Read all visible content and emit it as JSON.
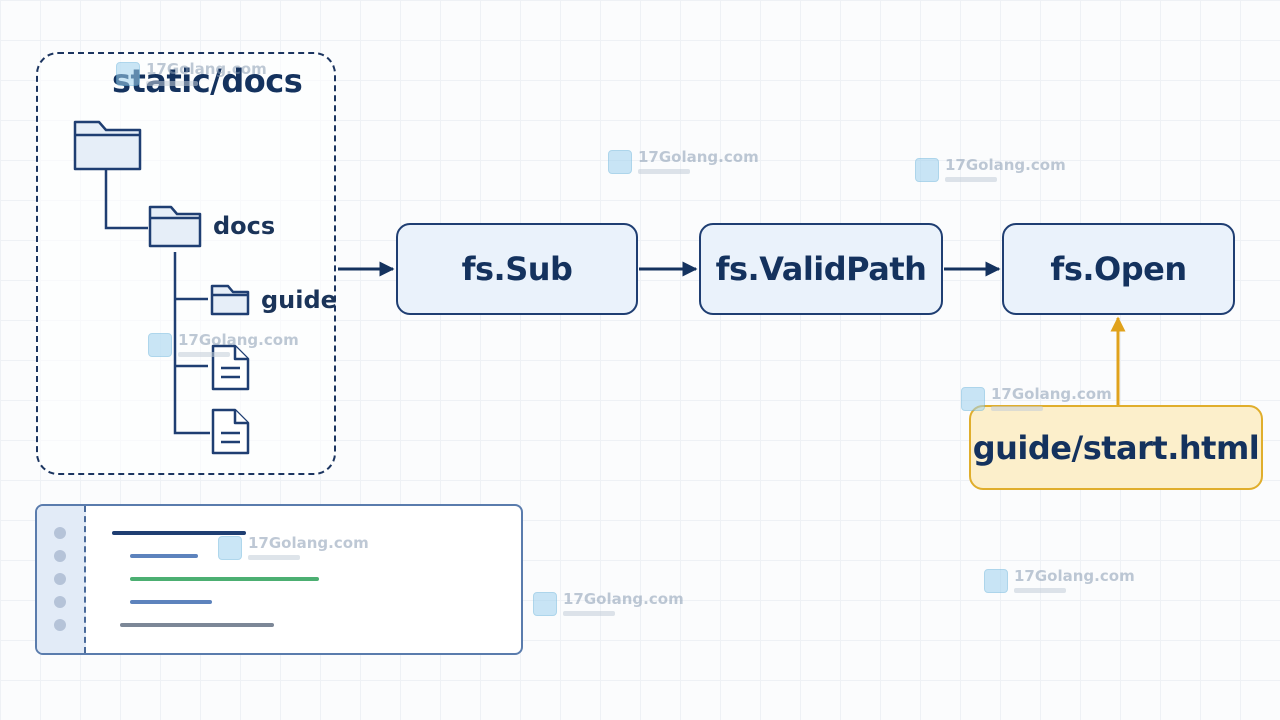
{
  "folder_panel": {
    "title": "static/docs",
    "docs_label": "docs",
    "guide_label": "guide"
  },
  "flow": {
    "sub": "fs.Sub",
    "valid": "fs.ValidPath",
    "open": "fs.Open",
    "path": "guide/start.html"
  },
  "watermark": {
    "text": "17Golang.com"
  },
  "colors": {
    "navy": "#1f3e72",
    "box_fill": "#eaf2fb",
    "amber": "#e0ae2c",
    "amber_fill": "#fcefcb",
    "code_green": "#4caf72",
    "code_blue": "#5d83bd",
    "code_gray": "#7c8797"
  }
}
